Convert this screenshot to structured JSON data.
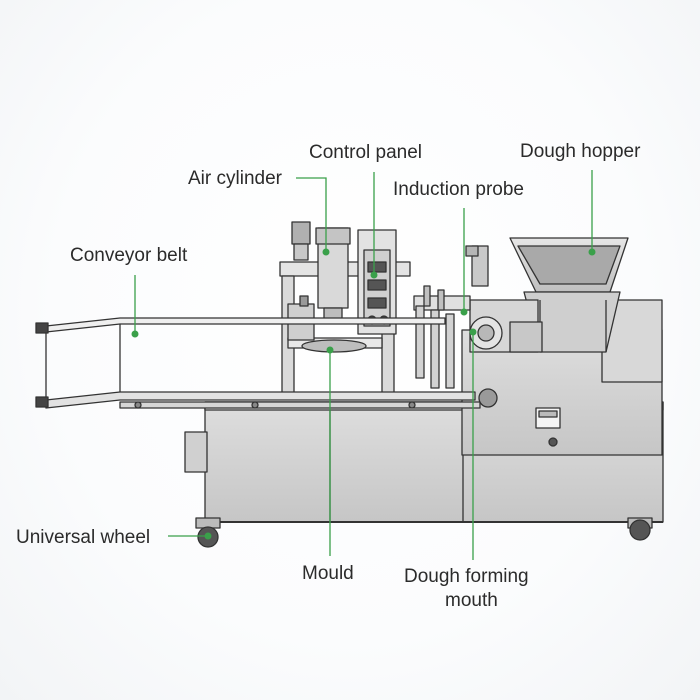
{
  "colors": {
    "leader_line": "#3aa04a",
    "machine_line": "#333333",
    "machine_fill": "#d4d4d4",
    "machine_light": "#ececec",
    "machine_dark": "#8a8a8a"
  },
  "labels": {
    "control_panel": "Control panel",
    "dough_hopper": "Dough hopper",
    "air_cylinder": "Air cylinder",
    "induction_probe": "Induction probe",
    "conveyor_belt": "Conveyor belt",
    "universal_wheel": "Universal wheel",
    "mould": "Mould",
    "dough_forming_mouth_line1": "Dough forming",
    "dough_forming_mouth_line2": "mouth"
  }
}
